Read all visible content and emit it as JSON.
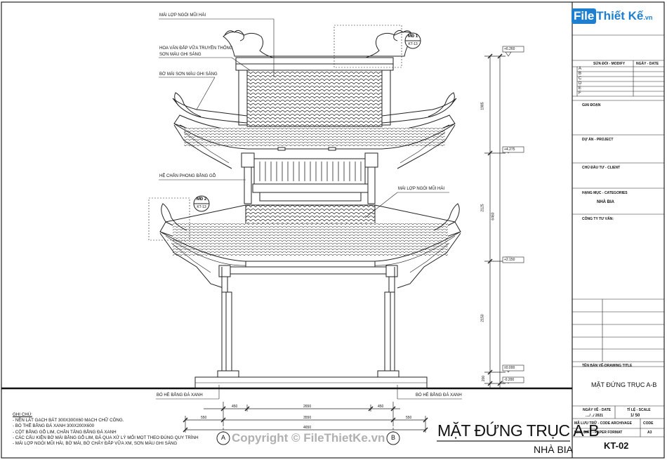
{
  "labels": {
    "roof_tile_top": "MÁI LỢP NGÓI MŨI HÀI",
    "pattern": "HOA VĂN ĐẮP VỮA TRUYỀN THỐNG",
    "pattern_paint": "SƠN MÀU GHI SÁNG",
    "ridge": "BỜ MÁI SƠN MÀU GHI SÁNG",
    "wind_screen": "HỆ CHẮN PHONG BẰNG GỖ",
    "roof_tile_right": "MÁI LỢP NGÓI MŨI HÀI",
    "stone_left": "BÓ HÈ BẰNG ĐÁ XANH",
    "stone_right": "BÓ HÈ BẰNG ĐÁ XANH"
  },
  "callouts": {
    "md1_title": "MĐ 1",
    "md1_ref": "KT-13",
    "md2_title": "MĐ 2",
    "md2_ref": "KT-13"
  },
  "levels": {
    "l1": "+6.260",
    "l2": "+4.275",
    "l3": "+2.150",
    "l4": "±0.000",
    "l5": "-0.200"
  },
  "vdims": {
    "d1": "1985",
    "d2": "2125",
    "d3": "2150",
    "d4": "200",
    "total": "6460"
  },
  "hdims": {
    "a": "450",
    "b": "2650",
    "c": "450",
    "d": "550",
    "e": "3550",
    "f": "550",
    "total": "4650"
  },
  "axes": {
    "left": "A",
    "right": "B"
  },
  "notes": {
    "heading": "GHI CHÚ:",
    "lines": [
      "- NỀN LÁT GẠCH BÁT 300X300X60 MẠCH CHỮ CÔNG.",
      "- BÓ THỀ BẰNG ĐÁ XANH 300X200X600",
      "- CỘT BẰNG GỖ LIM, CHÂN TẢNG BẰNG ĐÁ XANH",
      "- CÁC CẤU KIỆN BỜ MÁI BẰNG GỖ LIM, ĐÃ QUA XỬ LÝ MỐI MỌT THEO ĐÚNG QUY TRÌNH",
      "- MÁI LỢP NGÓI MŨI HÀI, BỜ MÁI, BỜ CHẢY ĐẮP VỮA XM, SƠN MÀU GHI SÁNG"
    ]
  },
  "drawing_title": "MẶT ĐỨNG TRỤC A-B",
  "drawing_subtitle": "NHÀ BIA",
  "watermark": "Copyright © FileThietKe.vn",
  "logo": {
    "file": "File",
    "rest": "Thiết Kế",
    "domain": ".vn"
  },
  "title_block": {
    "rev_header": "SỬA ĐỔI - MODIFY",
    "rev_date": "NGÀY - DATE",
    "revs": [
      "A",
      "B",
      "C",
      "D",
      "E",
      "F"
    ],
    "gd": "GIAI ĐOẠN",
    "project": "DỰ ÁN - PROJECT",
    "client": "CHỦ ĐẦU TƯ - CLIENT",
    "category": "HẠNG MỤC - CATEGORIES",
    "category_value": "NHÀ BIA",
    "consultant": "CÔNG TY TƯ VẤN:",
    "drawing_title_label": "TÊN BẢN VẼ-DRAWING TITLE",
    "drawing_title_value": "MẶT ĐỨNG TRỤC A-B",
    "date_label": "NGÀY VẼ - DATE",
    "date_value": "..../ ../ 2021",
    "scale_label": "TỈ LỆ - SCALE",
    "scale_value": "1/ 50",
    "archive": "MÃ LƯU TRỮ - CODE ARCHIVAGE",
    "code": "CODE",
    "format": "KHỔ GIẤY - PAPER FORMAT",
    "format_value": "A3",
    "sheet": "KT-02"
  }
}
